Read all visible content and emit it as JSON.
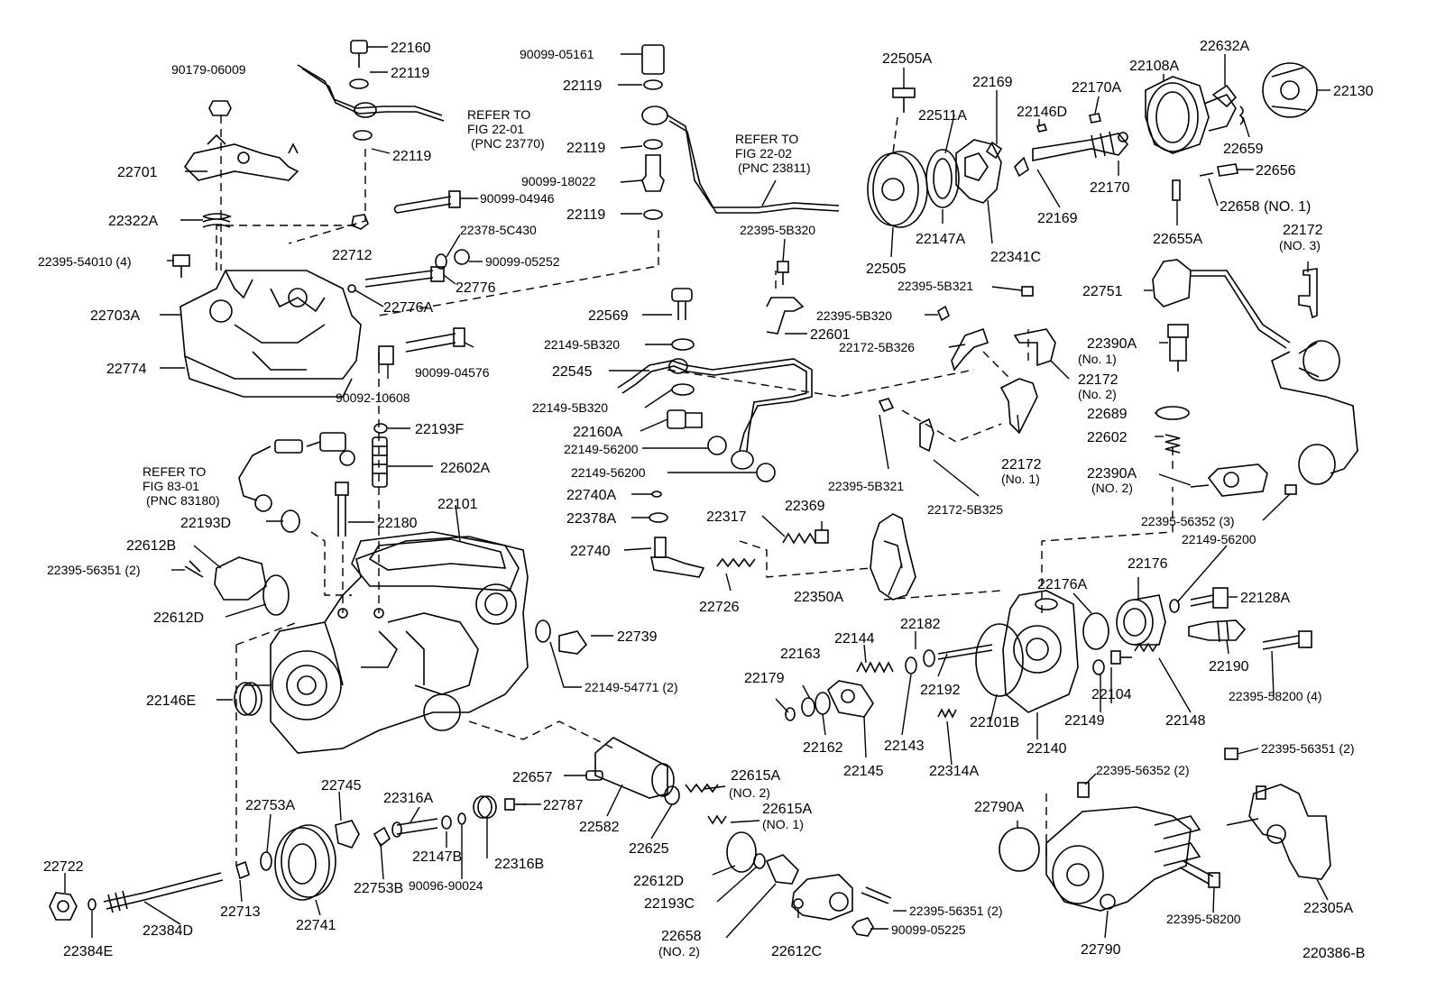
{
  "labels": {
    "p22160": "22160",
    "p22119a": "22119",
    "p22119b": "22119",
    "p90179": "90179-06009",
    "p22701": "22701",
    "p22322A": "22322A",
    "p22395_54010": "22395-54010 (4)",
    "p22703A": "22703A",
    "p22774": "22774",
    "refer1a": "REFER TO",
    "refer1b": "FIG 22-01",
    "refer1c": "(PNC 23770)",
    "p90099_04946": "90099-04946",
    "p22712": "22712",
    "p22378_5C430": "22378-5C430",
    "p90099_05252": "90099-05252",
    "p22776": "22776",
    "p22776A": "22776A",
    "p90099_04576": "90099-04576",
    "p90092_10608": "90092-10608",
    "p22193F": "22193F",
    "p22602A": "22602A",
    "refer2a": "REFER TO",
    "refer2b": "FIG 83-01",
    "refer2c": "(PNC 83180)",
    "p22193D": "22193D",
    "p22180": "22180",
    "p22101": "22101",
    "p22612B": "22612B",
    "p22395_56351_2a": "22395-56351 (2)",
    "p22612D_a": "22612D",
    "p22146E": "22146E",
    "p90099_05161": "90099-05161",
    "p22119c": "22119",
    "p22119d": "22119",
    "p90099_18022": "90099-18022",
    "p22119e": "22119",
    "refer3a": "REFER TO",
    "refer3b": "FIG 22-02",
    "refer3c": "(PNC 23811)",
    "p22395_5B320a": "22395-5B320",
    "p22601": "22601",
    "p22569": "22569",
    "p22149_5B320a": "22149-5B320",
    "p22545": "22545",
    "p22149_5B320b": "22149-5B320",
    "p22160A": "22160A",
    "p22149_56200a": "22149-56200",
    "p22149_56200b": "22149-56200",
    "p22740A": "22740A",
    "p22378A": "22378A",
    "p22740": "22740",
    "p22317": "22317",
    "p22369": "22369",
    "p22726": "22726",
    "p22739": "22739",
    "p22149_54771": "22149-54771 (2)",
    "p22505A": "22505A",
    "p22169a": "22169",
    "p22511A": "22511A",
    "p22146D": "22146D",
    "p22170A": "22170A",
    "p22108A": "22108A",
    "p22632A": "22632A",
    "p22130": "22130",
    "p22659": "22659",
    "p22656": "22656",
    "p22658_1": "22658 (NO. 1)",
    "p22170": "22170",
    "p22169b": "22169",
    "p22505": "22505",
    "p22147A": "22147A",
    "p22341C": "22341C",
    "p22655A": "22655A",
    "p22172_3a": "22172",
    "p22172_3b": "(NO. 3)",
    "p22395_5B321a": "22395-5B321",
    "p22395_5B320b": "22395-5B320",
    "p22172_5B326": "22172-5B326",
    "p22751": "22751",
    "p22390A_1": "22390A",
    "p22390A_1b": "(No. 1)",
    "p22172_2": "22172",
    "p22172_2b": "(No. 2)",
    "p22689": "22689",
    "p22602": "22602",
    "p22390A_2": "22390A",
    "p22390A_2b": "(NO. 2)",
    "p22395_5B321b": "22395-5B321",
    "p22172_1": "22172",
    "p22172_1b": "(No. 1)",
    "p22172_5B325": "22172-5B325",
    "p22395_56352_3": "22395-56352 (3)",
    "p22149_56200c": "22149-56200",
    "p22350A": "22350A",
    "p22176A": "22176A",
    "p22176": "22176",
    "p22128A": "22128A",
    "p22163": "22163",
    "p22144": "22144",
    "p22182": "22182",
    "p22179": "22179",
    "p22192": "22192",
    "p22104": "22104",
    "p22190": "22190",
    "p22395_58200_4": "22395-58200 (4)",
    "p22162": "22162",
    "p22145": "22145",
    "p22143": "22143",
    "p22101B": "22101B",
    "p22140": "22140",
    "p22149": "22149",
    "p22148": "22148",
    "p22314A": "22314A",
    "p22657": "22657",
    "p22615A_2": "22615A",
    "p22615A_2b": "(NO. 2)",
    "p22615A_1": "22615A",
    "p22615A_1b": "(NO. 1)",
    "p22582": "22582",
    "p22625": "22625",
    "p22612D_b": "22612D",
    "p22193C": "22193C",
    "p22658_2": "22658",
    "p22658_2b": "(NO. 2)",
    "p22612C": "22612C",
    "p22395_56351_2b": "22395-56351 (2)",
    "p90099_05225": "90099-05225",
    "p22745": "22745",
    "p22753A": "22753A",
    "p22316A": "22316A",
    "p22787": "22787",
    "p22147B": "22147B",
    "p22316B": "22316B",
    "p90096_90024": "90096-90024",
    "p22753B": "22753B",
    "p22722": "22722",
    "p22713": "22713",
    "p22741": "22741",
    "p22384D": "22384D",
    "p22384E": "22384E",
    "p22395_56352_2": "22395-56352 (2)",
    "p22395_56351_2c": "22395-56351 (2)",
    "p22790A": "22790A",
    "p22395_58200": "22395-58200",
    "p22790": "22790",
    "p22305A": "22305A",
    "figure_code": "220386-B"
  }
}
